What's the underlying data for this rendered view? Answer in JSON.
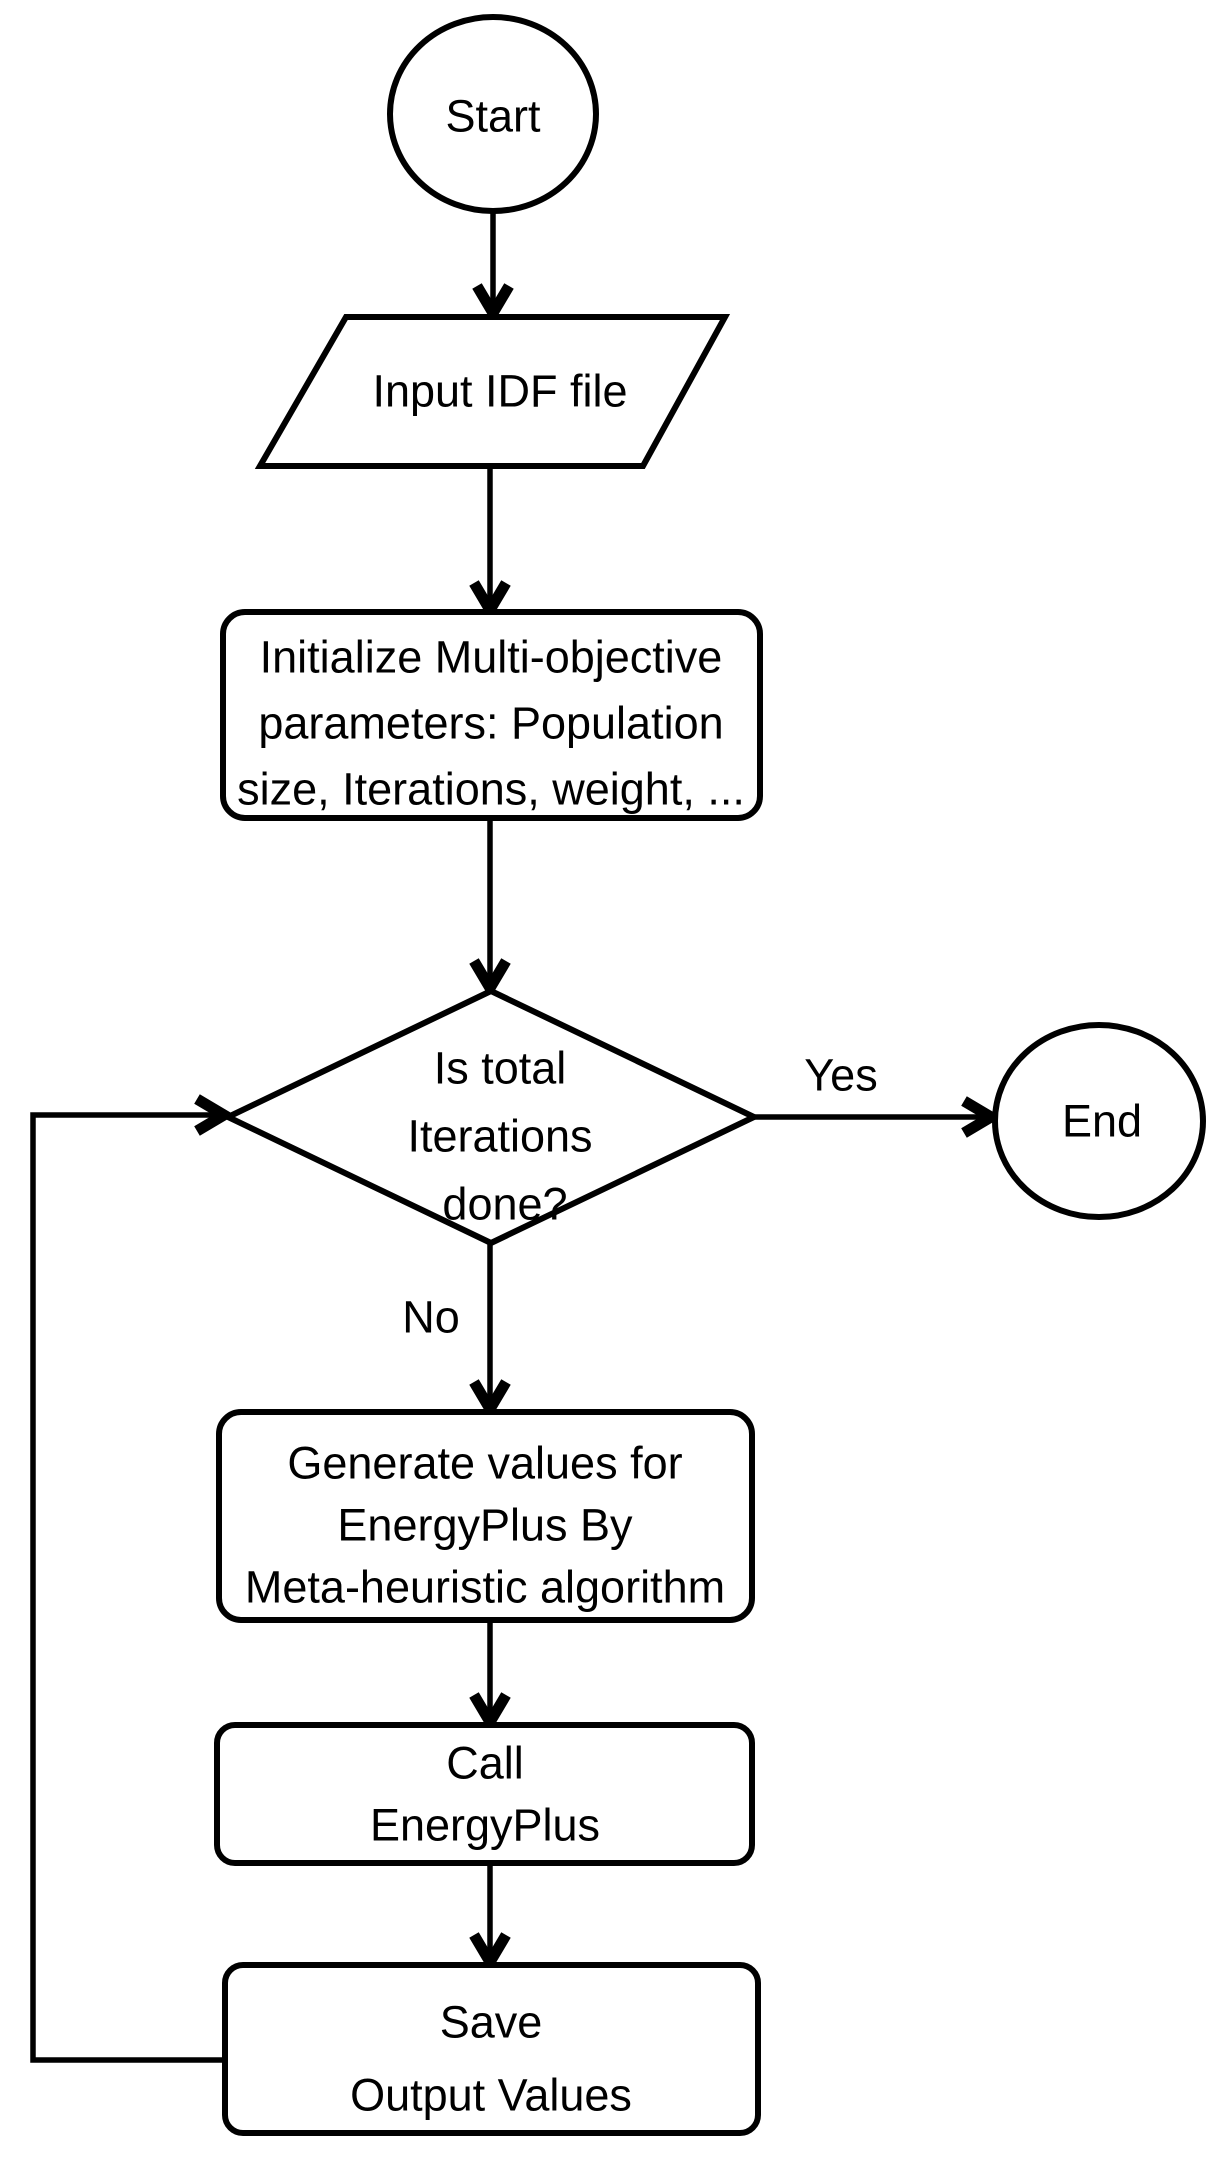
{
  "diagram": {
    "type": "flowchart",
    "colors": {
      "background": "#ffffff",
      "stroke": "#000000",
      "text": "#000000"
    },
    "nodes": {
      "start": {
        "shape": "terminator-circle",
        "label": "Start"
      },
      "input_idf": {
        "shape": "io-parallelogram",
        "label": "Input IDF file"
      },
      "initialize": {
        "shape": "process-rounded-rect",
        "lines": [
          "Initialize Multi-objective",
          "parameters: Population",
          "size, Iterations, weight, ..."
        ]
      },
      "iterations_done": {
        "shape": "decision-diamond",
        "lines": [
          "Is total",
          "Iterations",
          "done?"
        ]
      },
      "generate": {
        "shape": "process-rounded-rect",
        "lines": [
          "Generate values for",
          "EnergyPlus By",
          "Meta-heuristic algorithm"
        ]
      },
      "call_energyplus": {
        "shape": "process-rounded-rect",
        "lines": [
          "Call",
          "EnergyPlus"
        ]
      },
      "save_output": {
        "shape": "process-rounded-rect",
        "lines": [
          "Save",
          "Output Values"
        ]
      },
      "end": {
        "shape": "terminator-circle",
        "label": "End"
      }
    },
    "edges": {
      "yes_label": "Yes",
      "no_label": "No"
    }
  }
}
